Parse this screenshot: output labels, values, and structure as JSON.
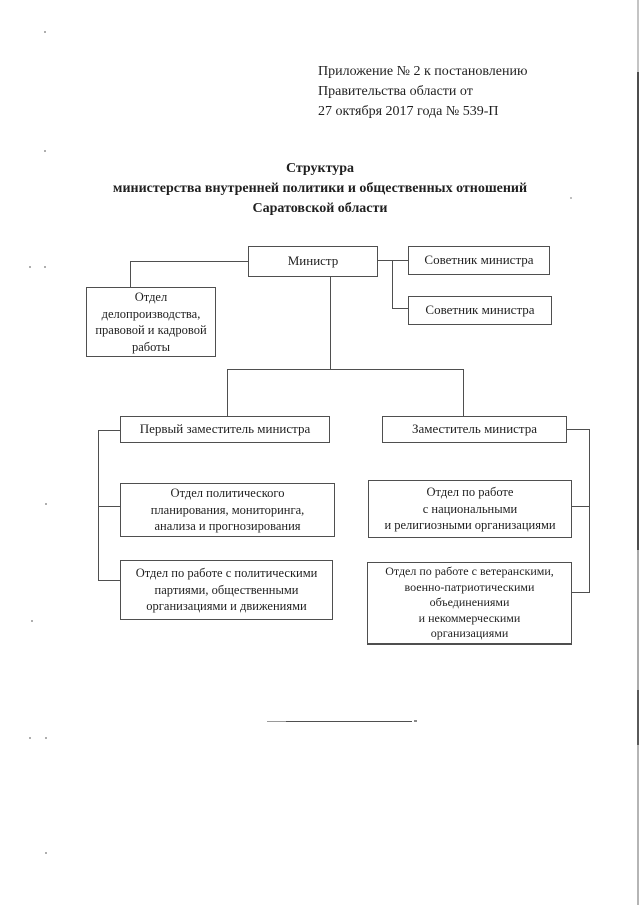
{
  "document": {
    "header_lines": [
      "Приложение № 2 к постановлению",
      "Правительства области от",
      "27 октября 2017 года № 539-П"
    ],
    "title_lines": [
      "Структура",
      "министерства внутренней политики и общественных отношений",
      "Саратовской области"
    ]
  },
  "org_chart": {
    "type": "org-chart",
    "nodes": {
      "minister": {
        "label": "Министр"
      },
      "advisor_1": {
        "label": "Советник министра"
      },
      "advisor_2": {
        "label": "Советник министра"
      },
      "records_office": {
        "label": "Отдел\nделопроизводства,\nправовой и кадровой\nработы"
      },
      "first_deputy": {
        "label": "Первый заместитель министра"
      },
      "deputy": {
        "label": "Заместитель министра"
      },
      "political_planning_office": {
        "label": "Отдел политического\nпланирования, мониторинга,\nанализа и прогнозирования"
      },
      "political_parties_office": {
        "label": "Отдел по работе с политическими\nпартиями, общественными\nорганизациями и движениями"
      },
      "national_religious_office": {
        "label": "Отдел по работе\nс национальными\nи религиозными организациями"
      },
      "veterans_office": {
        "label": "Отдел по работе с ветеранскими,\nвоенно-патриотическими\nобъединениями\nи некоммерческими\nорганизациями"
      }
    },
    "hierarchy": {
      "minister": [
        "advisor_1",
        "advisor_2",
        "records_office",
        "first_deputy",
        "deputy"
      ],
      "first_deputy": [
        "political_planning_office",
        "political_parties_office"
      ],
      "deputy": [
        "national_religious_office",
        "veterans_office"
      ]
    },
    "colors": {
      "line": "#4f4f4f",
      "text": "#1f1f1f",
      "background": "#ffffff"
    }
  }
}
